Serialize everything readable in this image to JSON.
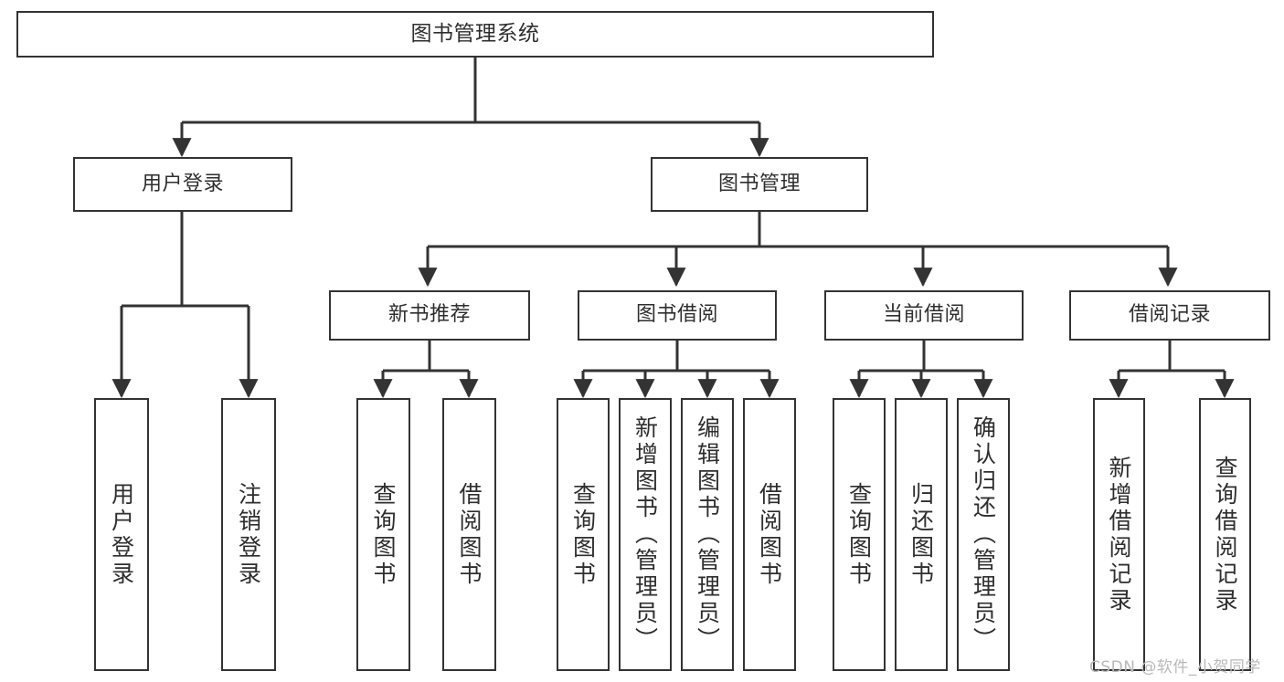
{
  "diagram": {
    "title": "图书管理系统",
    "type": "tree",
    "watermark": "CSDN @软件_小贺同学",
    "colors": {
      "box_border": "#333333",
      "box_fill": "#ffffff",
      "text": "#2e2e2e",
      "edge": "#333333",
      "background": "#ffffff",
      "watermark": "#b9b9b9"
    },
    "nodes": {
      "root": {
        "label": "图书管理系统"
      },
      "level2": [
        {
          "label": "用户登录"
        },
        {
          "label": "图书管理"
        }
      ],
      "level3": [
        {
          "label": "新书推荐"
        },
        {
          "label": "图书借阅"
        },
        {
          "label": "当前借阅"
        },
        {
          "label": "借阅记录"
        }
      ],
      "leaves": {
        "user_login": [
          {
            "label": "用户登录"
          },
          {
            "label": "注销登录"
          }
        ],
        "new_book_recommend": [
          {
            "label": "查询图书"
          },
          {
            "label": "借阅图书"
          }
        ],
        "book_borrow": [
          {
            "label": "查询图书"
          },
          {
            "label": "新增图书（管理员）"
          },
          {
            "label": "编辑图书（管理员）"
          },
          {
            "label": "借阅图书"
          }
        ],
        "current_borrow": [
          {
            "label": "查询图书"
          },
          {
            "label": "归还图书"
          },
          {
            "label": "确认归还（管理员）"
          }
        ],
        "borrow_record": [
          {
            "label": "新增借阅记录"
          },
          {
            "label": "查询借阅记录"
          }
        ]
      }
    }
  }
}
